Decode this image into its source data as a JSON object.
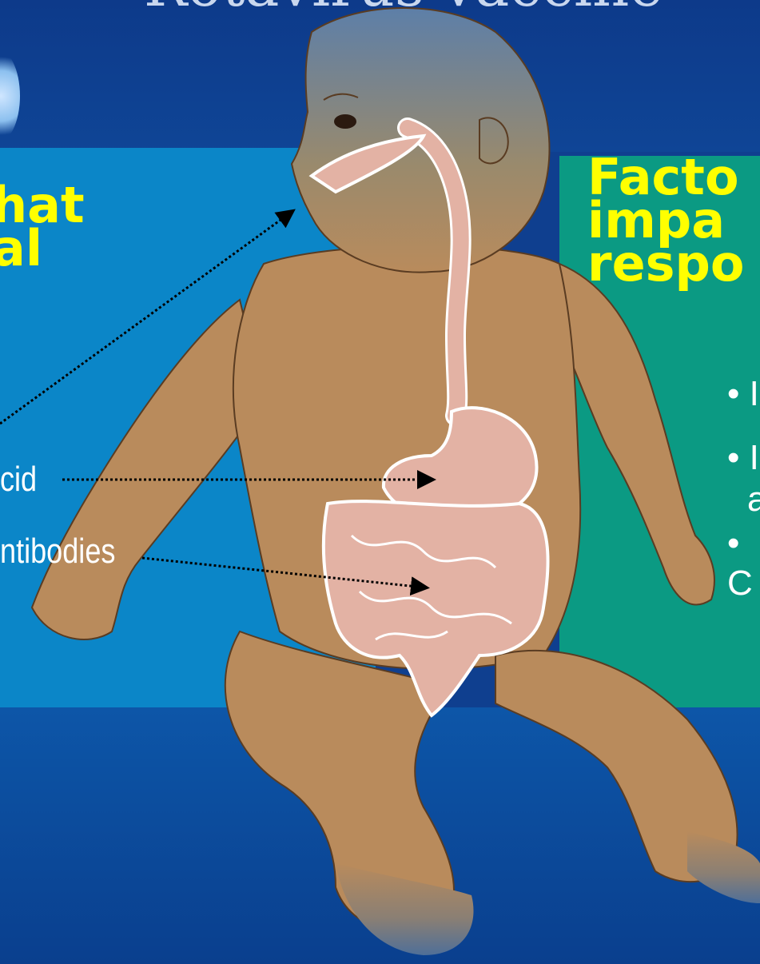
{
  "header": {
    "title": "Rotavirus vaccine"
  },
  "left_panel": {
    "heading_lines": [
      "hat",
      "al"
    ],
    "labels": {
      "acid": "cid",
      "antibodies": "ntibodies"
    }
  },
  "right_panel": {
    "heading_lines": [
      "Facto",
      "impa",
      "respo"
    ],
    "bullets": [
      "• I",
      "• I",
      "a",
      "• C"
    ]
  },
  "colors": {
    "heading_yellow": "#ffff00",
    "left_panel_blue": "#0b86c8",
    "right_panel_green": "#0b9a83",
    "background_navy": "#0f3f8f",
    "skin": "#b98b5c",
    "organ_pink": "#e3b2a4"
  },
  "icons": [
    "rotavirus-particle-icon",
    "baby-illustration",
    "arrow-icon"
  ]
}
